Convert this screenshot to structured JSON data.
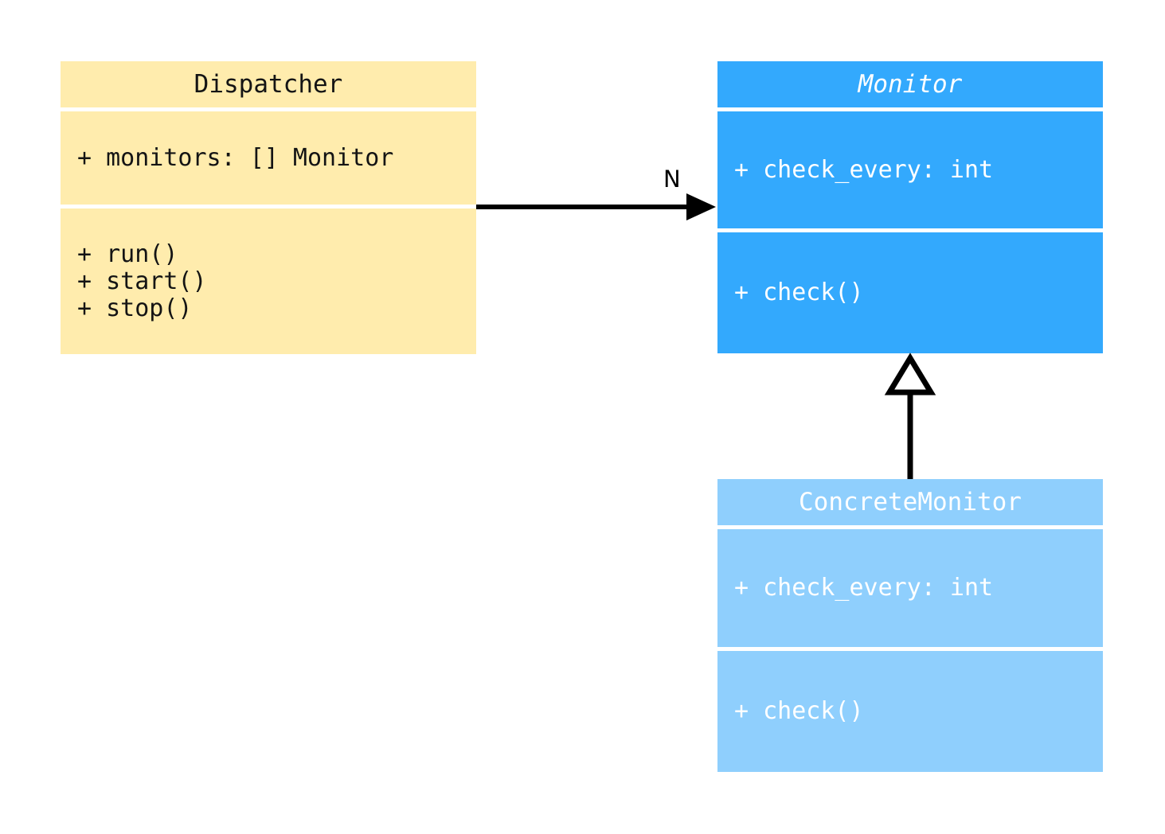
{
  "diagram": {
    "type": "uml-class-diagram",
    "background_color": "#ffffff",
    "classes": [
      {
        "id": "dispatcher",
        "name": "Dispatcher",
        "stereotype": "concrete",
        "title_italic": false,
        "fill_color": "#ffecad",
        "text_color": "#141414",
        "attributes": [
          "+ monitors: [] Monitor"
        ],
        "methods": [
          "+ run()",
          "+ start()",
          "+ stop()"
        ]
      },
      {
        "id": "monitor",
        "name": "Monitor",
        "stereotype": "abstract",
        "title_italic": true,
        "fill_color": "#33a9fd",
        "text_color": "#ffffff",
        "attributes": [
          "+ check_every: int"
        ],
        "methods": [
          "+ check()"
        ]
      },
      {
        "id": "concretemonitor",
        "name": "ConcreteMonitor",
        "stereotype": "concrete",
        "title_italic": false,
        "fill_color": "#8fcffd",
        "text_color": "#ffffff",
        "attributes": [
          "+ check_every: int"
        ],
        "methods": [
          "+ check()"
        ]
      }
    ],
    "relationships": [
      {
        "id": "dispatcher-to-monitor",
        "kind": "association",
        "arrowhead": "solid-filled",
        "from": "Dispatcher",
        "to": "Monitor",
        "label": "N",
        "line_color": "#000000"
      },
      {
        "id": "concretemonitor-to-monitor",
        "kind": "generalization",
        "arrowhead": "hollow-triangle",
        "from": "ConcreteMonitor",
        "to": "Monitor",
        "label": "",
        "line_color": "#000000"
      }
    ]
  }
}
